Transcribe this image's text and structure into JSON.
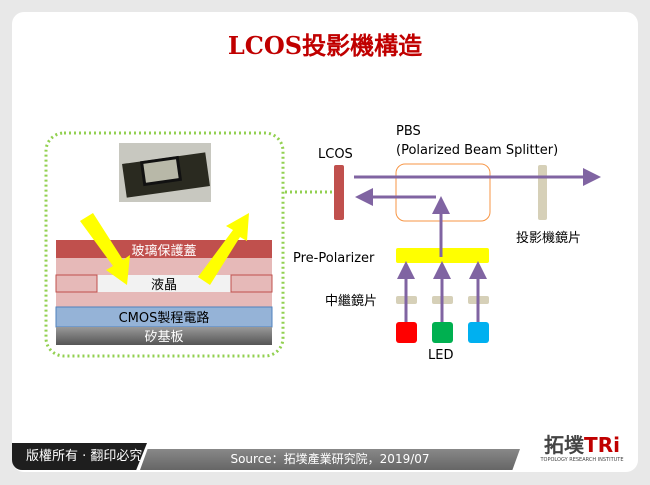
{
  "title": "LCOS投影機構造",
  "left": {
    "layers": {
      "glass": "玻璃保護蓋",
      "lc": "液晶",
      "cmos": "CMOS製程電路",
      "substrate": "矽基板"
    }
  },
  "right": {
    "lcos": "LCOS",
    "pbs_line1": "PBS",
    "pbs_line2": "(Polarized Beam Splitter)",
    "projector_lens": "投影機鏡片",
    "pre_polarizer": "Pre-Polarizer",
    "relay_lens": "中繼鏡片",
    "led": "LED"
  },
  "colors": {
    "title": "#c00000",
    "arrow": "#8064a2",
    "dotted": "#92d050",
    "led_red": "#ff0000",
    "led_green": "#00b050",
    "led_blue": "#00b0f0",
    "polarizer": "#ffff00"
  },
  "footer": {
    "copyright": "版權所有 · 翻印必究",
    "source": "Source：拓墣產業研究院，2019/07",
    "logo_main": "拓墣",
    "logo_tri": "TRi",
    "logo_sub": "TOPOLOGY RESEARCH INSTITUTE"
  }
}
